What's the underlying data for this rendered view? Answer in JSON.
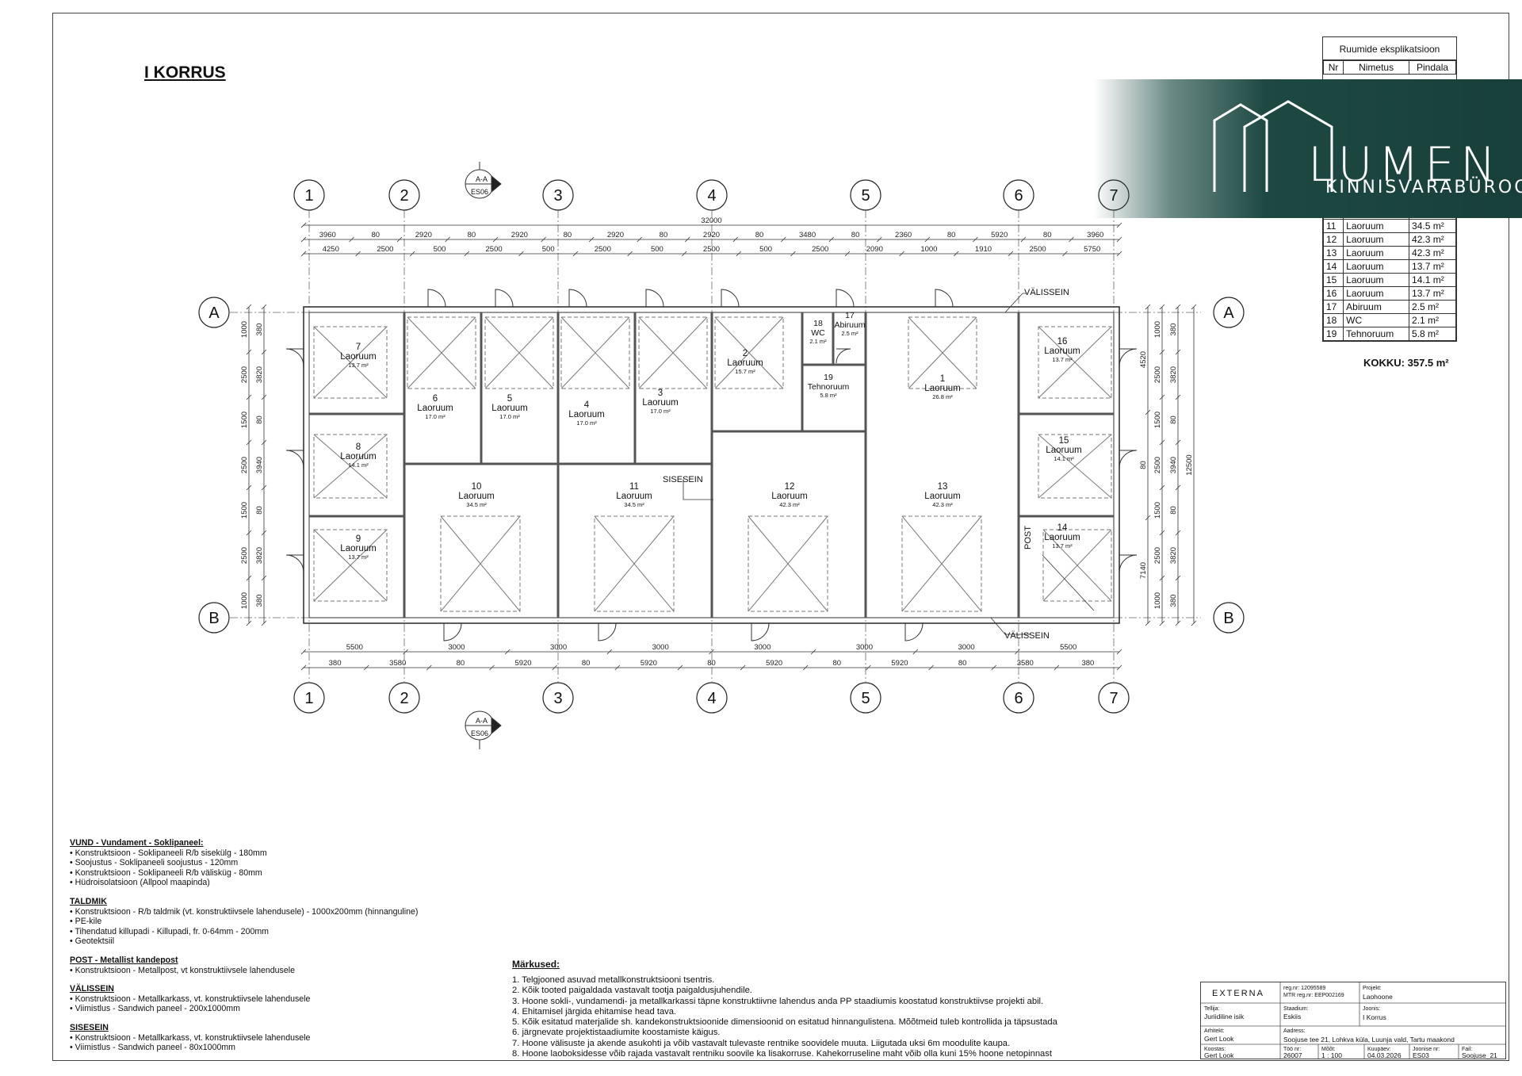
{
  "title": "I KORRUS",
  "axes": {
    "cols": [
      "1",
      "2",
      "3",
      "4",
      "5",
      "6",
      "7"
    ],
    "rows": [
      "A",
      "B"
    ],
    "section_mark": [
      "A-A",
      "ES06"
    ]
  },
  "dims": {
    "overall": "32000",
    "top_row1": [
      "3960",
      "80",
      "2920",
      "80",
      "2920",
      "80",
      "2920",
      "80",
      "2920",
      "80",
      "3480",
      "80",
      "2360",
      "80",
      "5920",
      "80",
      "3960"
    ],
    "top_row2": [
      "4250",
      "2500",
      "500",
      "2500",
      "500",
      "2500",
      "500",
      "2500",
      "500",
      "2500",
      "2090",
      "1000",
      "1910",
      "2500",
      "5750"
    ],
    "bottom_row1": [
      "5500",
      "3000",
      "3000",
      "3000",
      "3000",
      "3000",
      "3000",
      "5500"
    ],
    "bottom_row2": [
      "380",
      "3580",
      "80",
      "5920",
      "80",
      "5920",
      "80",
      "5920",
      "80",
      "5920",
      "80",
      "3580",
      "380"
    ],
    "left_col1": [
      "1000",
      "2500",
      "1500",
      "2500",
      "1500",
      "2500",
      "1000"
    ],
    "left_col2": [
      "380",
      "3820",
      "80",
      "3940",
      "80",
      "3820",
      "380"
    ],
    "right_col1": [
      "1000",
      "2500",
      "1500",
      "2500",
      "1500",
      "2500",
      "1000"
    ],
    "right_col2": [
      "380",
      "3820",
      "80",
      "3940",
      "80",
      "3820",
      "380"
    ],
    "right_col3": [
      "4520",
      "80",
      "7140"
    ],
    "right_total": "12500"
  },
  "walls": {
    "valissein_top": "VÄLISSEIN",
    "valissein_bottom": "VÄLISSEIN",
    "sisesein": "SISESEIN",
    "post": "POST"
  },
  "rooms": [
    {
      "nr": "1",
      "name": "Laoruum",
      "area": "26.8 m²"
    },
    {
      "nr": "2",
      "name": "Laoruum",
      "area": "15.7 m²"
    },
    {
      "nr": "3",
      "name": "Laoruum",
      "area": "17.0 m²"
    },
    {
      "nr": "4",
      "name": "Laoruum",
      "area": "17.0 m²"
    },
    {
      "nr": "5",
      "name": "Laoruum",
      "area": "17.0 m²"
    },
    {
      "nr": "6",
      "name": "Laoruum",
      "area": "17.0 m²"
    },
    {
      "nr": "7",
      "name": "Laoruum",
      "area": "13.7 m²"
    },
    {
      "nr": "8",
      "name": "Laoruum",
      "area": "14.1 m²"
    },
    {
      "nr": "9",
      "name": "Laoruum",
      "area": "13.7 m²"
    },
    {
      "nr": "10",
      "name": "Laoruum",
      "area": "34.5 m²"
    },
    {
      "nr": "11",
      "name": "Laoruum",
      "area": "34.5 m²"
    },
    {
      "nr": "12",
      "name": "Laoruum",
      "area": "42.3 m²"
    },
    {
      "nr": "13",
      "name": "Laoruum",
      "area": "42.3 m²"
    },
    {
      "nr": "14",
      "name": "Laoruum",
      "area": "13.7 m²"
    },
    {
      "nr": "15",
      "name": "Laoruum",
      "area": "14.1 m²"
    },
    {
      "nr": "16",
      "name": "Laoruum",
      "area": "13.7 m²"
    },
    {
      "nr": "17",
      "name": "Abiruum",
      "area": "2.5 m²"
    },
    {
      "nr": "18",
      "name": "WC",
      "area": "2.1 m²"
    },
    {
      "nr": "19",
      "name": "Tehnoruum",
      "area": "5.8 m²"
    }
  ],
  "table": {
    "caption": "Ruumide eksplikatsioon",
    "headers": [
      "Nr",
      "Nimetus",
      "Pindala"
    ],
    "total": "KOKKU: 357.5 m²"
  },
  "logo": {
    "brand": "LUMEN",
    "sub": "KINNISVARABÜROO"
  },
  "specs": [
    {
      "head": "VUND - Vundament - Soklipaneel:",
      "lines": [
        "• Konstruktsioon - Soklipaneeli R/b sisekülg - 180mm",
        "• Soojustus - Soklipaneeli soojustus - 120mm",
        "• Konstruktsioon - Soklipaneeli R/b välisküg - 80mm",
        "• Hüdroisolatsioon (Allpool maapinda)"
      ]
    },
    {
      "head": "TALDMIK",
      "lines": [
        "• Konstruktsioon - R/b taldmik (vt. konstruktiivsele lahendusele) - 1000x200mm  (hinnanguline)",
        "• PE-kile",
        "• Tihendatud killupadi - Killupadi, fr. 0-64mm - 200mm",
        "• Geotektsiil"
      ]
    },
    {
      "head": "POST - Metallist kandepost",
      "lines": [
        "• Konstruktsioon - Metallpost, vt konstruktiivsele lahendusele"
      ]
    },
    {
      "head": "VÄLISSEIN",
      "lines": [
        "• Konstruktsioon - Metallkarkass, vt. konstruktiivsele lahendusele",
        "• Viimistlus - Sandwich paneel - 200x1000mm"
      ]
    },
    {
      "head": "SISESEIN",
      "lines": [
        "• Konstruktsioon - Metallkarkass, vt. konstruktiivsele lahendusele",
        "• Viimistlus - Sandwich paneel - 80x1000mm"
      ]
    }
  ],
  "notes_title": "Märkused:",
  "notes": [
    "1. Telgjooned asuvad metallkonstruktsiooni tsentris.",
    "2. Kõik tooted paigaldada vastavalt tootja paigaldusjuhendile.",
    "3. Hoone sokli-, vundamendi- ja metallkarkassi täpne konstruktiivne lahendus anda PP staadiumis koostatud konstruktiivse projekti abil.",
    "4. Ehitamisel järgida ehitamise head tava.",
    "5. Kõik esitatud materjalide sh. kandekonstruktsioonide dimensioonid on esitatud hinnangulistena. Mõõtmeid tuleb kontrollida ja täpsustada",
    "6. järgnevate projektistaadiumite koostamiste käigus.",
    "7. Hoone välisuste ja akende asukohti ja võib vastavalt tulevaste rentnike soovidele muuta. Liigutada uksi 6m moodulite kaupa.",
    "8. Hoone laoboksidesse võib rajada vastavalt rentniku soovile ka lisakorruse. Kahekorruseline maht võib olla kuni 15% hoone netopinnast"
  ],
  "titleblock": {
    "company": "EXTERNA",
    "reg": "reg.nr: 12095589",
    "mtr": "MTR reg.nr: EEP002169",
    "projekt_l": "Projekt:",
    "projekt": "Laohoone",
    "tellija_l": "Tellija:",
    "tellija": "Juriidiline isik",
    "staadium_l": "Staadium:",
    "staadium": "Eskiis",
    "joonis_l": "Joonis:",
    "joonis": "I Korrus",
    "arhitekt_l": "Arhitekt:",
    "arhitekt": "Gert Look",
    "aadress_l": "Aadress:",
    "aadress": "Soojuse tee 21, Lohkva küla, Luunja vald, Tartu maakond",
    "koostas_l": "Koostas:",
    "koostas": "Gert Look",
    "too_l": "Töö nr:",
    "too": "26007",
    "mootk_l": "Mõõt:",
    "mootk": "1 : 100",
    "kuup_l": "Kuupäev:",
    "kuup": "04.03.2026",
    "jnr_l": "Joonise nr:",
    "jnr": "ES03",
    "fail_l": "Fail:",
    "fail": "Soojuse_21"
  }
}
